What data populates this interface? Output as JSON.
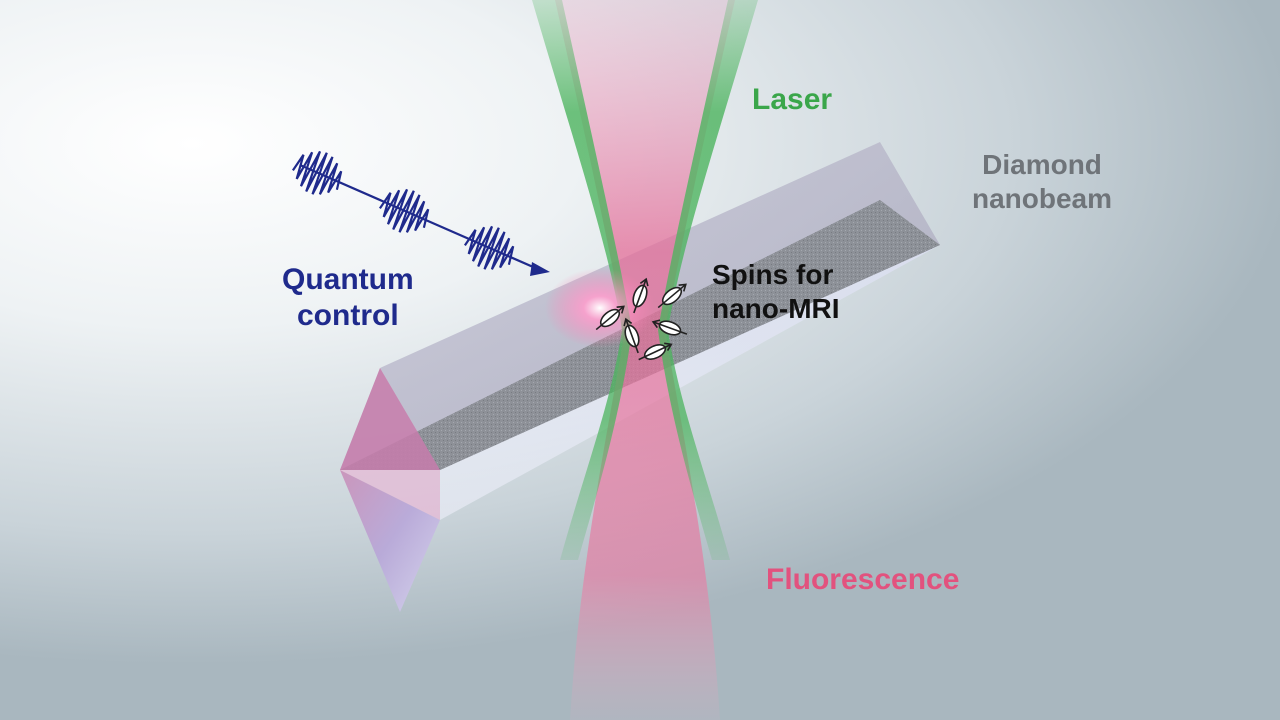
{
  "labels": {
    "laser": "Laser",
    "diamond_line1": "Diamond",
    "diamond_line2": "nanobeam",
    "quantum_line1": "Quantum",
    "quantum_line2": "control",
    "spins_line1": "Spins for",
    "spins_line2": "nano-MRI",
    "fluorescence": "Fluorescence"
  },
  "colors": {
    "laser": "#3aa64a",
    "fluorescence": "#e2527e",
    "diamond": "#6f7479",
    "quantum": "#1f2a8c",
    "spins": "#111111"
  },
  "icons": {
    "microwave_pulses": "microwave-pulse-train-icon",
    "spin": "spin-arrow-icon"
  }
}
